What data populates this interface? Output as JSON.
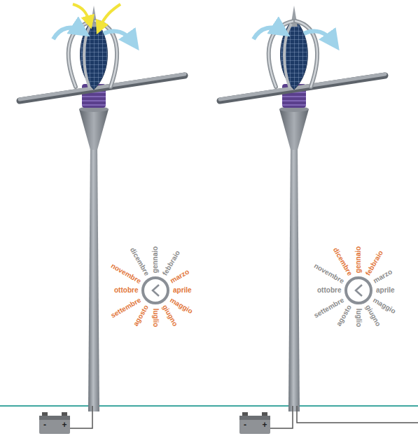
{
  "diagram": {
    "labels": [
      "gennaio",
      "febbraio",
      "marzo",
      "aprile",
      "maggio",
      "giugno",
      "luglio",
      "agosto",
      "settembre",
      "ottobre",
      "novembre",
      "dicembre",
      "gennaio",
      "febbraio",
      "marzo",
      "aprile",
      "maggio",
      "giugno",
      "luglio",
      "agosto",
      "settembre",
      "ottobre",
      "novembre",
      "dicembre",
      "-",
      "+",
      "-",
      "+"
    ]
  }
}
